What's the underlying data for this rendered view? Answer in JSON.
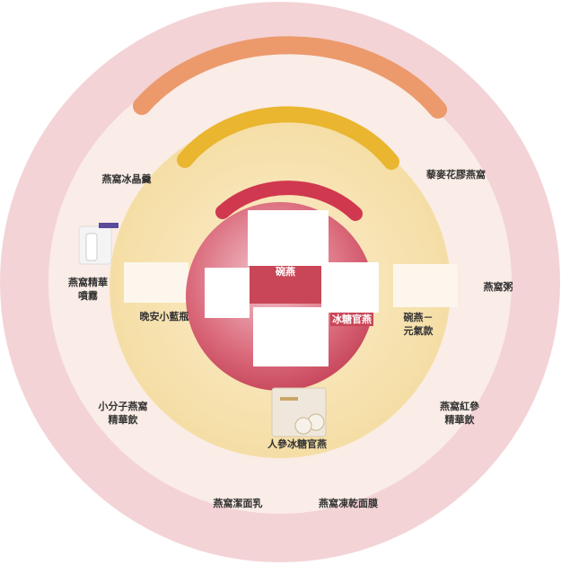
{
  "diagram": {
    "colors": {
      "outer_ring": "#f3d3d6",
      "outer_ring_fill": "#faece6",
      "middle_ring": "#f7e3b3",
      "inner_ring": "#d05466",
      "arc_outer": "#ec9a6c",
      "arc_middle": "#eab52f",
      "arc_inner": "#d0384f",
      "core_highlight": "#c94657"
    },
    "outer_items": [
      {
        "name": "yanwo-bingjing-geng",
        "label": "燕窩冰晶羹"
      },
      {
        "name": "quinoa-huajiao-yanwo",
        "label": "藜麥花膠燕窩"
      },
      {
        "name": "yanwo-jinghua-penwu",
        "label": "燕窩精華\n噴霧"
      },
      {
        "name": "yanwo-zhou",
        "label": "燕窩粥"
      },
      {
        "name": "xiaofenzi-yanwo-jinghuayin",
        "label": "小分子燕窩\n精華飲"
      },
      {
        "name": "yanwo-hongshen-jinghuayin",
        "label": "燕窩紅參\n精華飲"
      },
      {
        "name": "yanwo-jiemianru",
        "label": "燕窩潔面乳"
      },
      {
        "name": "yanwo-donggan-mianmo",
        "label": "燕窩凍乾面膜"
      }
    ],
    "middle_items": [
      {
        "name": "wanan-xiaolanping",
        "label": "晚安小藍瓶"
      },
      {
        "name": "wanyan-yuanqikuan",
        "label": "碗燕－\n元氣款"
      },
      {
        "name": "renshen-bingtang-guanyan",
        "label": "人參冰糖官燕"
      }
    ],
    "inner_items": [
      {
        "name": "wanyan",
        "label": "碗燕"
      },
      {
        "name": "bingtang-guanyan",
        "label": "冰糖官燕"
      }
    ]
  }
}
